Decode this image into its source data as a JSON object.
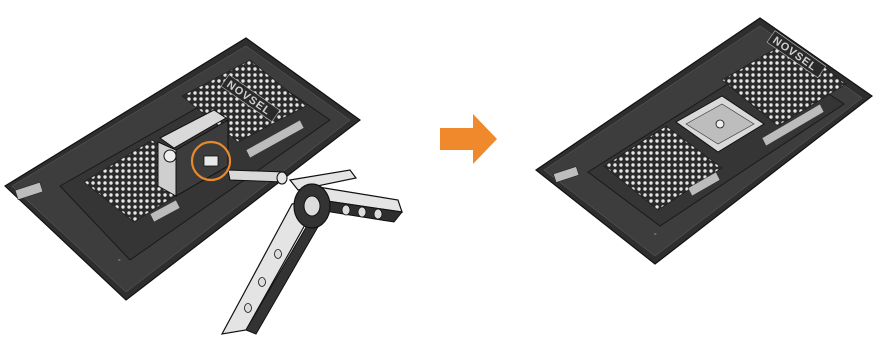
{
  "figure": {
    "type": "assembly-diagram",
    "step": "remove-stand-from-monitor",
    "panels": [
      {
        "id": "before",
        "monitor_logo": "NOVSEL",
        "stand_attached": true,
        "release_latch_highlighted": true
      },
      {
        "id": "after",
        "monitor_logo": "NOVSEL",
        "stand_attached": false
      }
    ],
    "colors": {
      "outline": "#1a1a1a",
      "panel_fill": "#3a3a3a",
      "panel_highlight": "#d9d9d9",
      "arrow": "#f0892b",
      "callout_circle": "#e8892f",
      "background": "#ffffff"
    },
    "icons": [
      "monitor-back-view",
      "stand-base",
      "direction-arrow",
      "callout-circle"
    ]
  }
}
